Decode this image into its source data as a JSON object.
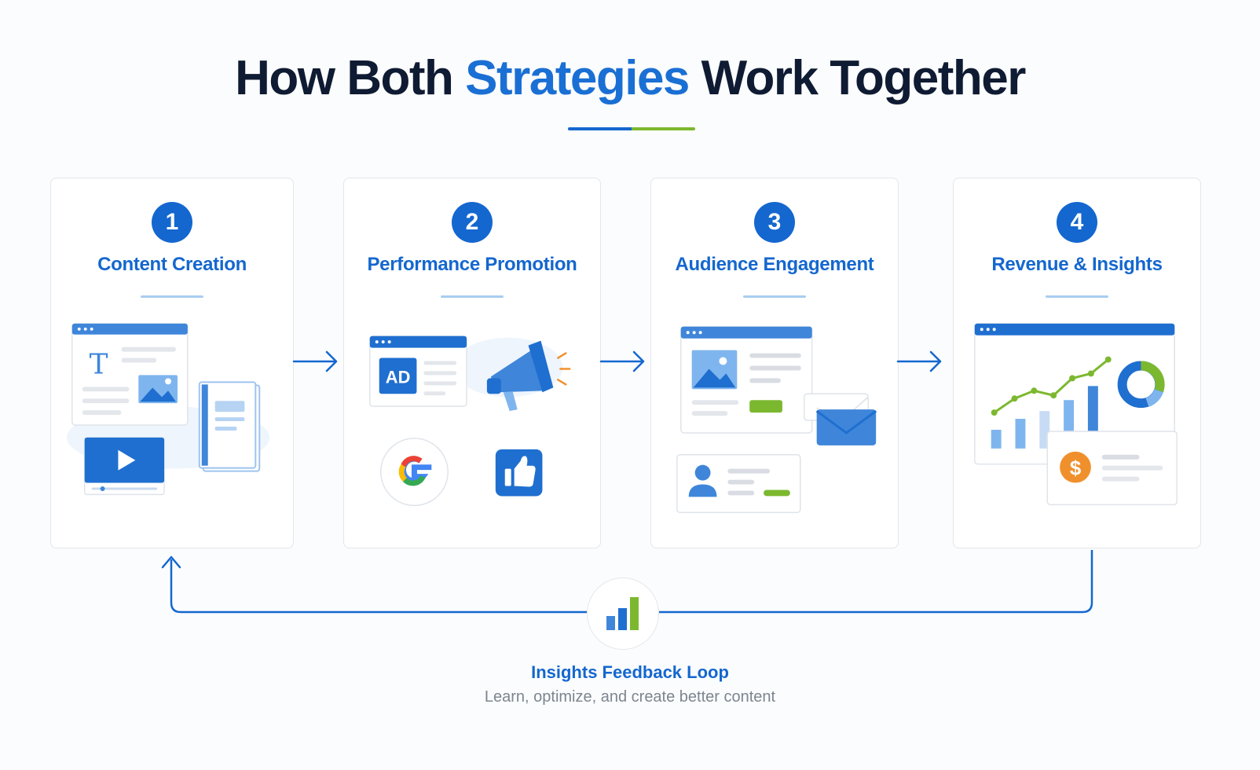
{
  "title": {
    "before": "How Both ",
    "accent": "Strategies",
    "after": " Work Together"
  },
  "colors": {
    "primary": "#1467cf",
    "accent_green": "#7cb82f",
    "dark_text": "#0f1b33",
    "muted_text": "#7d8590",
    "light_blue": "#a8cdf1"
  },
  "steps": [
    {
      "number": "1",
      "label": "Content Creation",
      "icons": [
        "text-editor-window-icon",
        "video-player-icon",
        "document-icon"
      ],
      "editor_letter": "T"
    },
    {
      "number": "2",
      "label": "Performance Promotion",
      "icons": [
        "ad-window-icon",
        "megaphone-icon",
        "google-icon",
        "thumbs-up-icon"
      ],
      "ad_text": "AD",
      "google_letter": "G"
    },
    {
      "number": "3",
      "label": "Audience Engagement",
      "icons": [
        "webpage-window-icon",
        "email-icon",
        "user-profile-card-icon"
      ]
    },
    {
      "number": "4",
      "label": "Revenue & Insights",
      "icons": [
        "analytics-dashboard-icon",
        "donut-chart-icon",
        "revenue-card-icon"
      ],
      "currency_symbol": "$"
    }
  ],
  "feedback_loop": {
    "title": "Insights Feedback Loop",
    "subtitle": "Learn, optimize, and create better content",
    "icon": "bar-chart-icon"
  }
}
